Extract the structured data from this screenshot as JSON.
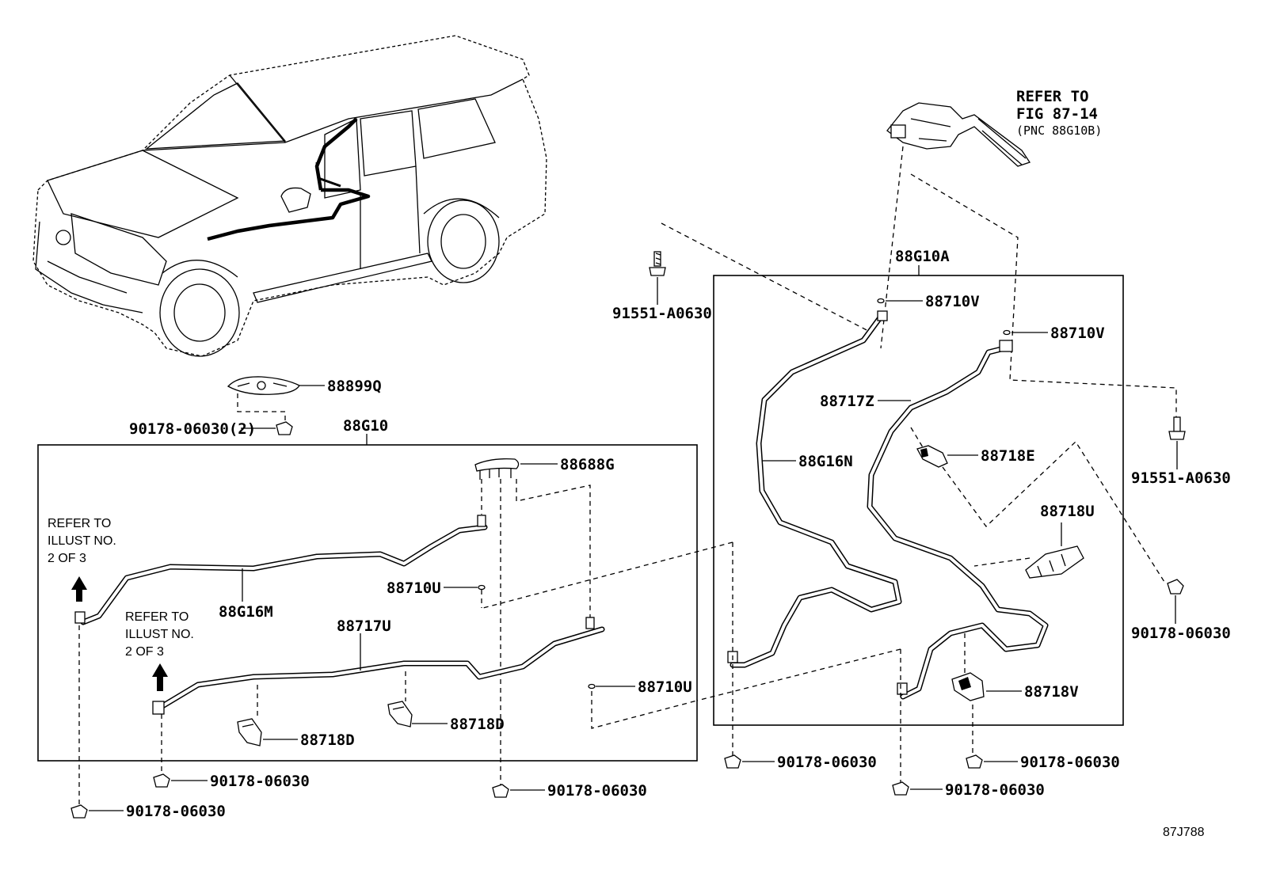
{
  "labels": {
    "refer_fig": "REFER TO",
    "refer_fig_line2": "FIG 87-14",
    "refer_fig_line3": "(PNC 88G10B)",
    "assy_right": "88G10A",
    "assy_left": "88G10",
    "p_88710V_a": "88710V",
    "p_88710V_b": "88710V",
    "p_91551_left": "91551-A0630",
    "p_91551_right": "91551-A0630",
    "p_88717Z": "88717Z",
    "p_88G16N": "88G16N",
    "p_88718E": "88718E",
    "p_88718U": "88718U",
    "p_88899Q": "88899Q",
    "p_90178_x2": "90178-06030(2)",
    "p_88688G": "88688G",
    "p_88G16M": "88G16M",
    "p_88710U_a": "88710U",
    "p_88710U_b": "88710U",
    "p_88717U": "88717U",
    "p_88718D_a": "88718D",
    "p_88718D_b": "88718D",
    "p_88718V": "88718V",
    "p_90178_1": "90178-06030",
    "p_90178_2": "90178-06030",
    "p_90178_3": "90178-06030",
    "p_90178_4": "90178-06030",
    "p_90178_5": "90178-06030",
    "p_90178_6": "90178-06030",
    "p_90178_7": "90178-06030",
    "refer_illust_a1": "REFER TO",
    "refer_illust_a2": "ILLUST NO.",
    "refer_illust_a3": "2 OF 3",
    "refer_illust_b1": "REFER TO",
    "refer_illust_b2": "ILLUST NO.",
    "refer_illust_b3": "2 OF 3",
    "diagram_code": "87J788"
  }
}
